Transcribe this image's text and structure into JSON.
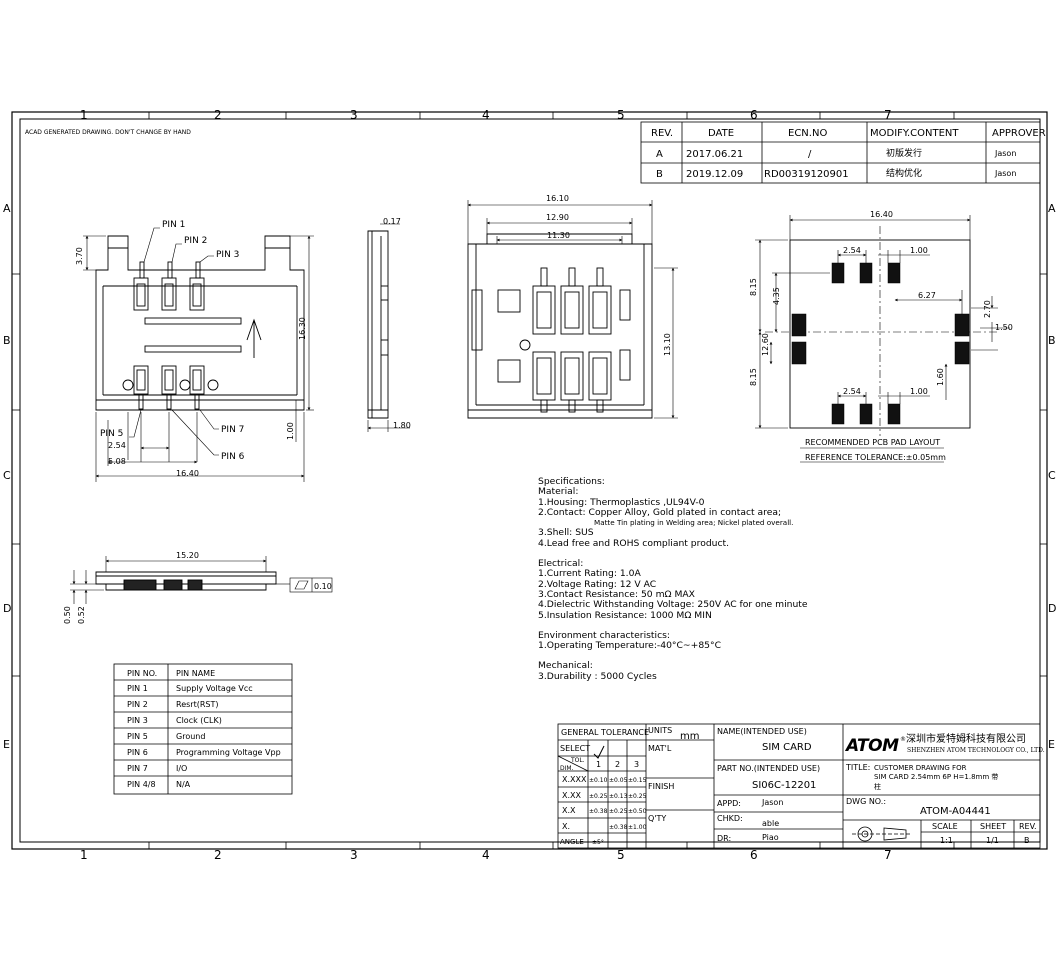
{
  "note": "ACAD GENERATED DRAWING. DON'T CHANGE BY HAND",
  "border_cols": [
    "1",
    "2",
    "3",
    "4",
    "5",
    "6",
    "7"
  ],
  "border_rows": [
    "A",
    "B",
    "C",
    "D",
    "E"
  ],
  "revision_table": {
    "headers": [
      "REV.",
      "DATE",
      "ECN.NO",
      "MODIFY.CONTENT",
      "APPROVER"
    ],
    "rows": [
      [
        "A",
        "2017.06.21",
        "/",
        "初版发行",
        "Jason"
      ],
      [
        "B",
        "2019.12.09",
        "RD00319120901",
        "结构优化",
        "Jason"
      ]
    ]
  },
  "top_view": {
    "pins": [
      "PIN 1",
      "PIN 2",
      "PIN 3",
      "PIN 5",
      "PIN 6",
      "PIN 7"
    ],
    "dims": {
      "d370": "3.70",
      "d1630": "16.30",
      "d100": "1.00",
      "d254": "2.54",
      "d508": "5.08",
      "d1640": "16.40"
    }
  },
  "side_view": {
    "dims": {
      "d017": "0.17",
      "d180": "1.80"
    }
  },
  "bottom_view": {
    "dims": {
      "d1610": "16.10",
      "d1290": "12.90",
      "d1130": "11.30",
      "d1310": "13.10"
    }
  },
  "pcb_layout": {
    "title": "RECOMMENDED PCB PAD LAYOUT",
    "tolerance": "REFERENCE TOLERANCE:±0.05mm",
    "dims": {
      "d1640": "16.40",
      "d254a": "2.54",
      "d100a": "1.00",
      "d815a": "8.15",
      "d435": "4.35",
      "d627": "6.27",
      "d270": "2.70",
      "d150": "1.50",
      "d1260": "12.60",
      "d815b": "8.15",
      "d160": "1.60",
      "d254b": "2.54",
      "d100b": "1.00"
    }
  },
  "front_view": {
    "dims": {
      "d1520": "15.20",
      "d050": "0.50",
      "d052": "0.52",
      "flat": "0.10"
    }
  },
  "specs": {
    "title": "Specifications:",
    "material_title": "Material:",
    "housing": "1.Housing: Thermoplastics ,UL94V-0",
    "contact": "2.Contact: Copper Alloy, Gold plated in contact area;",
    "plating": "Matte Tin plating in Welding area; Nickel plated overall.",
    "shell": "3.Shell:   SUS",
    "lead": "4.Lead free and ROHS compliant product.",
    "electrical_title": "Electrical:",
    "current": "1.Current Rating: 1.0A",
    "voltage": "2.Voltage Rating: 12 V AC",
    "resistance": "3.Contact Resistance: 50 mΩ MAX",
    "dielectric": "4.Dielectric Withstanding Voltage: 250V AC for one minute",
    "insulation": "5.Insulation Resistance: 1000 MΩ MIN",
    "environment_title": "Environment characteristics:",
    "temperature": "1.Operating Temperature:-40°C~+85°C",
    "mechanical_title": "Mechanical:",
    "durability": "3.Durability : 5000 Cycles"
  },
  "pin_table": {
    "headers": [
      "PIN NO.",
      "PIN  NAME"
    ],
    "rows": [
      [
        "PIN 1",
        "Supply Voltage Vcc"
      ],
      [
        "PIN 2",
        "Resrt(RST)"
      ],
      [
        "PIN 3",
        "Clock (CLK)"
      ],
      [
        "PIN 5",
        "Ground"
      ],
      [
        "PIN 6",
        "Programming Voltage Vpp"
      ],
      [
        "PIN 7",
        "I/O"
      ],
      [
        "PIN 4/8",
        "N/A"
      ]
    ]
  },
  "title_block": {
    "general_tolerance": "GENERAL TOLERANCE",
    "select": "SELECT",
    "tol": "TOL.",
    "dim": "DIM.",
    "cols": [
      "1",
      "2",
      "3"
    ],
    "tol_rows": [
      {
        "label": "X.XXX",
        "v": [
          "±0.10",
          "±0.05",
          "±0.15"
        ]
      },
      {
        "label": "X.XX",
        "v": [
          "±0.25",
          "±0.13",
          "±0.25"
        ]
      },
      {
        "label": "X.X",
        "v": [
          "±0.38",
          "±0.25",
          "±0.50"
        ]
      },
      {
        "label": "X.",
        "v": [
          "",
          "±0.38",
          "±1.00"
        ]
      },
      {
        "label": "ANGLE",
        "v": [
          "±5°",
          "",
          ""
        ]
      }
    ],
    "units": "UNITS",
    "mm": "mm",
    "matl": "MAT'L",
    "finish": "FINISH",
    "qty": "Q'TY",
    "name_label": "NAME(INTENDED USE)",
    "name_value": "SIM CARD",
    "part_label": "PART NO.(INTENDED USE)",
    "part_value": "SI06C-12201",
    "appd_label": "APPD:",
    "appd_value": "Jason",
    "chkd_label": "CHKD:",
    "chkd_value": "able",
    "dr_label": "DR:",
    "dr_value": "Piao",
    "logo": "ATOM",
    "company_cn": "深圳市爱特姆科技有限公司",
    "company_en": "SHENZHEN ATOM TECHNOLOGY CO., LTD.",
    "title_label": "TITLE:",
    "title_line1": "CUSTOMER DRAWING FOR",
    "title_line2": "SIM CARD 2.54mm 6P H=1.8mm 带",
    "title_line3": "柱",
    "dwg_label": "DWG NO.:",
    "dwg_value": "ATOM-A04441",
    "scale_label": "SCALE",
    "scale_value": "1:1",
    "sheet_label": "SHEET",
    "sheet_value": "1/1",
    "rev_label": "REV.",
    "rev_value": "B"
  }
}
